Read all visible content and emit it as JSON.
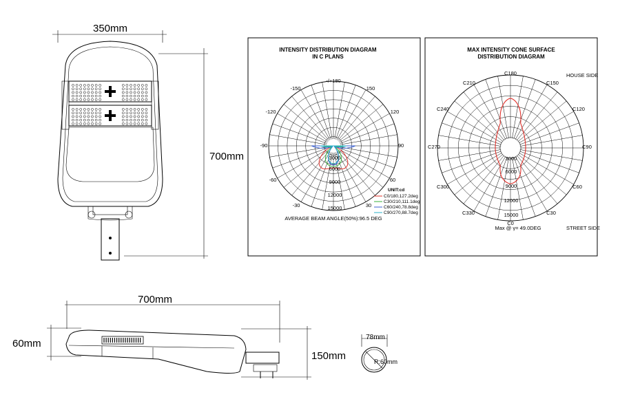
{
  "top_view": {
    "width_label": "350mm",
    "height_label": "700mm"
  },
  "side_view": {
    "length_label": "700mm",
    "thickness_label": "60mm",
    "height_label": "150mm"
  },
  "mount_detail": {
    "diameter_label": "78mm",
    "radius_label": "R:60mm"
  },
  "c_plane_diagram": {
    "title_line1": "INTENSITY DISTRIBUTION DIAGRAM",
    "title_line2": "IN C PLANS",
    "angle_labels": [
      "-/+180",
      "150",
      "120",
      "90",
      "60",
      "30",
      "-30",
      "-60",
      "-90",
      "-120",
      "-150"
    ],
    "radial_labels": [
      "3000",
      "6000",
      "9000",
      "12000",
      "15000"
    ],
    "unit_label": "UNIT:cd",
    "legend": [
      {
        "label": "C0/180,127.2deg",
        "color": "#e0302a"
      },
      {
        "label": "C30/210,111.1deg",
        "color": "#38b03a"
      },
      {
        "label": "C60/240,78.8deg",
        "color": "#3a5fd0"
      },
      {
        "label": "C90/270,88.7deg",
        "color": "#2ab0c8"
      }
    ],
    "footer": "AVERAGE BEAM ANGLE(50%):96.5 DEG"
  },
  "cone_diagram": {
    "title_line1": "MAX INTENSITY CONE SURFACE",
    "title_line2": "DISTRIBUTION DIAGRAM",
    "house_side": "HOUSE SIDE",
    "street_side": "STREET SIDE",
    "c_labels": [
      "C180",
      "C150",
      "C120",
      "C90",
      "C60",
      "C30",
      "C0",
      "C330",
      "C300",
      "C270",
      "C240",
      "C210"
    ],
    "radial_labels": [
      "3000",
      "6000",
      "9000",
      "12000",
      "15000"
    ],
    "max_label": "Max @ γ= 49.0DEG",
    "curve_color": "#e0302a"
  }
}
